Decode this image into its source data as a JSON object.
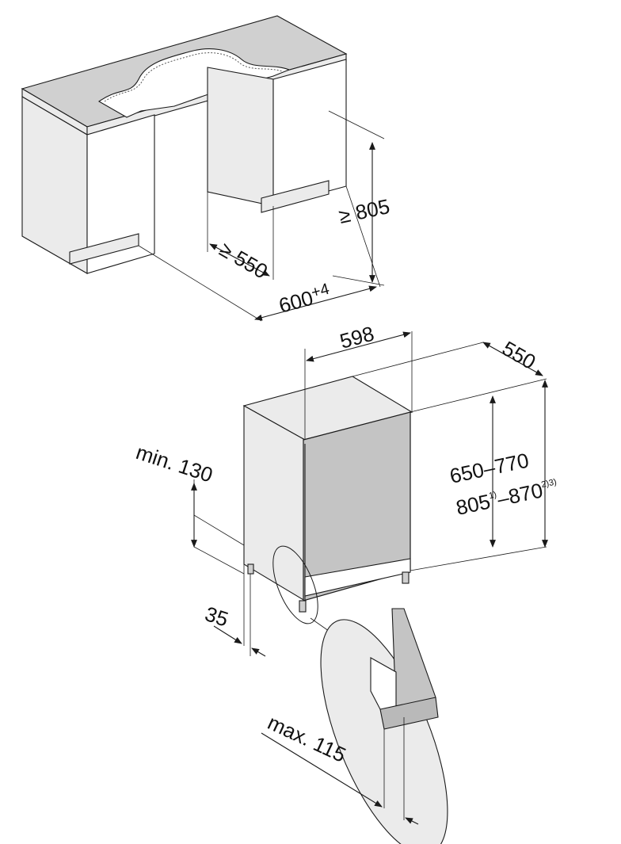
{
  "labels": {
    "niche_height": "≥ 805",
    "niche_depth": "≥ 550",
    "niche_width_base": "600",
    "niche_width_tol": "+4",
    "appliance_width": "598",
    "appliance_depth": "550",
    "door_height": "650–770",
    "total_height_a": "805",
    "total_height_a_sup": "1)",
    "total_height_b": "–870",
    "total_height_b_sup": "2)3)",
    "min_plinth": "min. 130",
    "plinth_depth": "35",
    "max_plinth": "max. 115"
  },
  "colors": {
    "line": "#1a1a1a",
    "countertop": "#d0d0d0",
    "cabinet": "#ebebeb",
    "appliance_side": "#ebebeb",
    "door": "#c4c4c4",
    "plinth_dark": "#b9b9b9"
  }
}
